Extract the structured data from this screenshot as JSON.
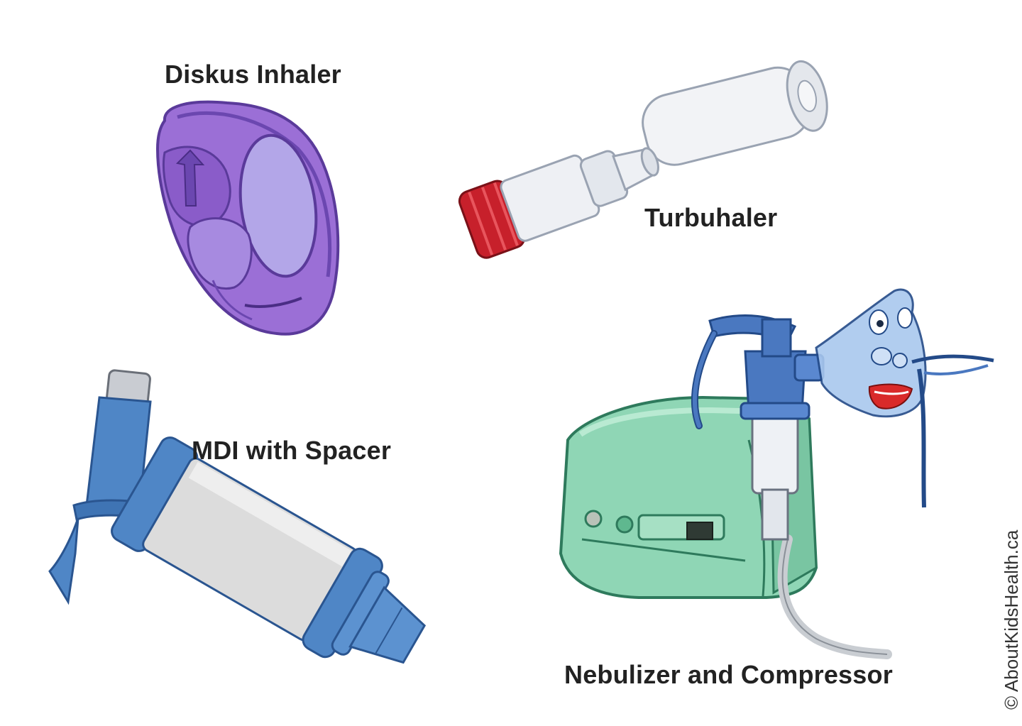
{
  "labels": {
    "diskus": "Diskus Inhaler",
    "turbuhaler": "Turbuhaler",
    "mdi": "MDI with Spacer",
    "nebulizer": "Nebulizer and Compressor"
  },
  "copyright": "© AboutKidsHealth.ca",
  "colors": {
    "diskus_purple": "#9b6fd6",
    "diskus_dark": "#5a3a9a",
    "turbu_red": "#c7202b",
    "turbu_body": "#eef0f4",
    "mdi_blue": "#4f86c6",
    "spacer_gray": "#dcdcdc",
    "compressor_green": "#8fd6b5",
    "nebulizer_blue": "#4a78c0"
  }
}
